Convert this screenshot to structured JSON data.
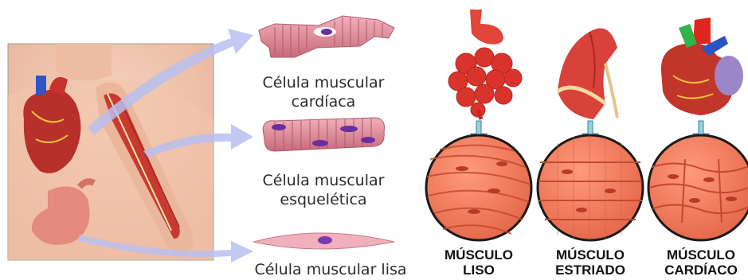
{
  "colors": {
    "arrow": "#b9bff0",
    "muscle_fill": "#f08a6c",
    "muscle_fiber": "#e05a3c",
    "cardiac_cell": "#d9808f",
    "nucleus": "#6a2ea0",
    "down_arrow": "#8fd3e6"
  },
  "cell_labels": {
    "cardiac": [
      "Célula muscular",
      "cardíaca"
    ],
    "skeletal": [
      "Célula muscular",
      "esquelética"
    ],
    "smooth": [
      "Célula muscular lisa"
    ]
  },
  "muscle_types": [
    {
      "icon": "intestine-icon",
      "label": [
        "MÚSCULO",
        "LISO"
      ]
    },
    {
      "icon": "arm-muscle-icon",
      "label": [
        "MÚSCULO",
        "ESTRIADO"
      ]
    },
    {
      "icon": "heart-icon",
      "label": [
        "MÚSCULO",
        "CARDÍACO"
      ]
    }
  ]
}
